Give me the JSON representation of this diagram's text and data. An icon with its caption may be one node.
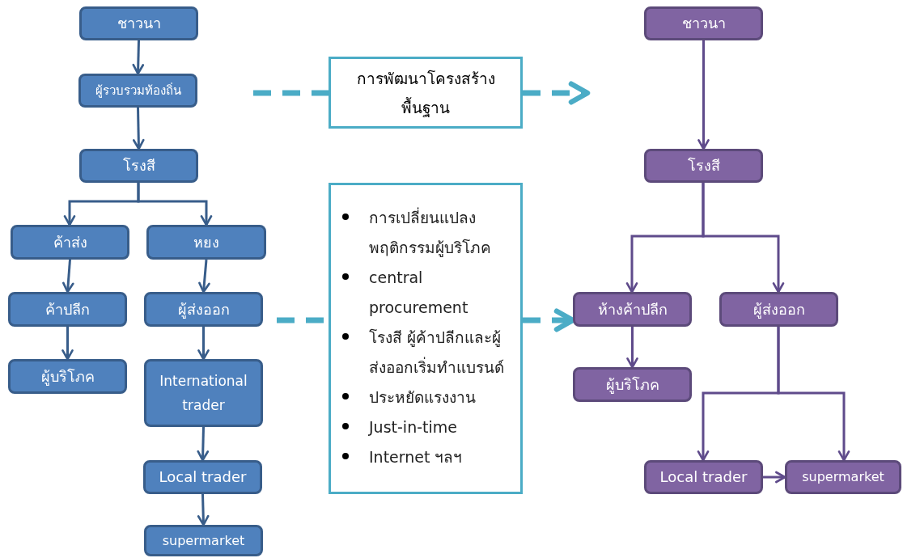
{
  "diagram": {
    "nodes": [
      {
        "text": [
          "ชาวนา"
        ]
      },
      {
        "text": [
          "ผู้รวบรวมท้องถิ่น"
        ]
      },
      {
        "text": [
          "โรงสี"
        ]
      },
      {
        "text": [
          "ค้าส่ง"
        ]
      },
      {
        "text": [
          "หยง"
        ]
      },
      {
        "text": [
          "ค้าปลีก"
        ]
      },
      {
        "text": [
          "ผู้ส่งออก"
        ]
      },
      {
        "text": [
          "ผู้บริโภค"
        ]
      },
      {
        "text": [
          "International trader"
        ]
      },
      {
        "text": [
          "Local trader"
        ]
      },
      {
        "text": [
          "supermarket"
        ]
      },
      {
        "text": [
          "การพัฒนาโครงสร้าง พื้นฐาน"
        ]
      },
      {
        "text": [
          "การเปลี่ยนแปลง พฤติกรรมผู้บริโภค",
          "central procurement",
          "โรงสี ผู้ค้าปลีกและผู้ ส่งออกเริ่มทำแบรนด์",
          "ประหยัดแรงงาน",
          "Just-in-time",
          "Internet ฯลฯ"
        ]
      },
      {
        "text": [
          "ชาวนา"
        ]
      },
      {
        "text": [
          "โรงสี"
        ]
      },
      {
        "text": [
          "ห้างค้าปลีก"
        ]
      },
      {
        "text": [
          "ผู้ส่งออก"
        ]
      },
      {
        "text": [
          "ผู้บริโภค"
        ]
      },
      {
        "text": [
          "Local trader"
        ]
      },
      {
        "text": [
          "supermarket"
        ]
      }
    ],
    "edges": [
      {
        "from": 0,
        "to": 1,
        "arrow": "to"
      },
      {
        "from": 1,
        "to": 2,
        "arrow": "to"
      },
      {
        "from": 2,
        "to": 3,
        "arrow": "to"
      },
      {
        "from": 2,
        "to": 4,
        "arrow": "to"
      },
      {
        "from": 3,
        "to": 5,
        "arrow": "to"
      },
      {
        "from": 4,
        "to": 6,
        "arrow": "to"
      },
      {
        "from": 5,
        "to": 7,
        "arrow": "to"
      },
      {
        "from": 6,
        "to": 8,
        "arrow": "to"
      },
      {
        "from": 8,
        "to": 9,
        "arrow": "to"
      },
      {
        "from": 9,
        "to": 10,
        "arrow": "to"
      },
      {
        "from": null,
        "to": 11,
        "arrow": "none",
        "style": "dashed",
        "color": "#4bacc6"
      },
      {
        "from": 11,
        "to": null,
        "arrow": "to",
        "style": "dashed",
        "color": "#4bacc6"
      },
      {
        "from": null,
        "to": 12,
        "arrow": "none",
        "style": "dashed",
        "color": "#4bacc6"
      },
      {
        "from": 12,
        "to": 15,
        "arrow": "to",
        "style": "dashed",
        "color": "#4bacc6"
      },
      {
        "from": 13,
        "to": 14,
        "arrow": "to",
        "color": "#5f4b8b"
      },
      {
        "from": 14,
        "to": 15,
        "arrow": "to",
        "color": "#5f4b8b"
      },
      {
        "from": 14,
        "to": 16,
        "arrow": "to",
        "color": "#5f4b8b"
      },
      {
        "from": 15,
        "to": 17,
        "arrow": "to",
        "color": "#5f4b8b"
      },
      {
        "from": 16,
        "to": 18,
        "arrow": "to",
        "color": "#5f4b8b"
      },
      {
        "from": 16,
        "to": 19,
        "arrow": "to",
        "color": "#5f4b8b"
      },
      {
        "from": 18,
        "to": 19,
        "arrow": "to",
        "color": "#5f4b8b"
      }
    ]
  }
}
